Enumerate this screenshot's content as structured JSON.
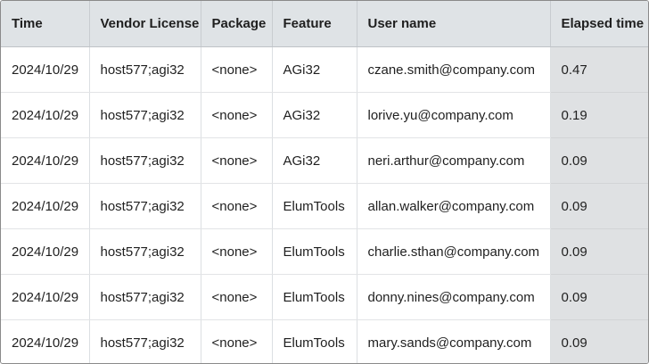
{
  "columns": [
    "Time",
    "Vendor License",
    "Package",
    "Feature",
    "User name",
    "Elapsed time"
  ],
  "rows": [
    [
      "2024/10/29",
      "host577;agi32",
      "<none>",
      "AGi32",
      "czane.smith@company.com",
      "0.47"
    ],
    [
      "2024/10/29",
      "host577;agi32",
      "<none>",
      "AGi32",
      "lorive.yu@company.com",
      "0.19"
    ],
    [
      "2024/10/29",
      "host577;agi32",
      "<none>",
      "AGi32",
      "neri.arthur@company.com",
      "0.09"
    ],
    [
      "2024/10/29",
      "host577;agi32",
      "<none>",
      "ElumTools",
      "allan.walker@company.com",
      "0.09"
    ],
    [
      "2024/10/29",
      "host577;agi32",
      "<none>",
      "ElumTools",
      "charlie.sthan@company.com",
      "0.09"
    ],
    [
      "2024/10/29",
      "host577;agi32",
      "<none>",
      "ElumTools",
      "donny.nines@company.com",
      "0.09"
    ],
    [
      "2024/10/29",
      "host577;agi32",
      "<none>",
      "ElumTools",
      "mary.sands@company.com",
      "0.09"
    ]
  ]
}
